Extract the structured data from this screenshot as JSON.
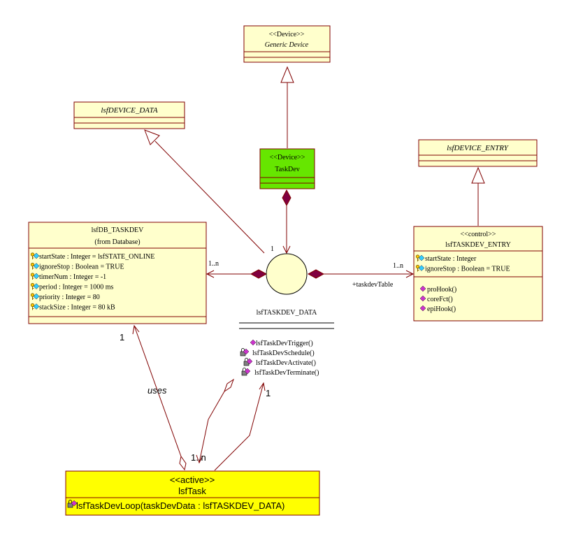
{
  "diagram": {
    "generic_device": {
      "stereotype": "<<Device>>",
      "name": "Generic Device"
    },
    "lsf_device_data": {
      "name": "lsfDEVICE_DATA"
    },
    "taskdev": {
      "stereotype": "<<Device>>",
      "name": "TaskDev",
      "color": "#66e600"
    },
    "lsf_device_entry": {
      "name": "lsfDEVICE_ENTRY"
    },
    "lsfdb_taskdev": {
      "name": "lsfDB_TASKDEV",
      "from": "(from Database)",
      "attributes": [
        "startState : Integer = lsfSTATE_ONLINE",
        "ignoreStop : Boolean = TRUE",
        "timerNum : Integer = -1",
        "period : Integer = 1000 ms",
        "priority : Integer = 80",
        "stackSize : Integer = 80 kB"
      ]
    },
    "lsftaskdev_entry": {
      "stereotype": "<<control>>",
      "name": "lsfTASKDEV_ENTRY",
      "attributes": [
        "startState : Integer",
        "ignoreStop : Boolean = TRUE"
      ],
      "operations": [
        "proHook()",
        "coreFct()",
        "epiHook()"
      ]
    },
    "lsftaskdev_data": {
      "name": "lsfTASKDEV_DATA",
      "operations": [
        "lsfTaskDevTrigger()",
        "lsfTaskDevSchedule()",
        "lsfTaskDevActivate()",
        "lsfTaskDevTerminate()"
      ]
    },
    "lsftask": {
      "stereotype": "<<active>>",
      "name": "lsfTask",
      "operation": "lsfTaskDevLoop(taskDevData : lsfTASKDEV_DATA)",
      "color": "#ffff00"
    },
    "labels": {
      "mult_1_device": "1",
      "mult_1n_db": "1..n",
      "mult_1n_entry": "1..n",
      "role_taskdev_table": "+taskdevTable",
      "mult_1_db_bottom": "1",
      "uses": "uses",
      "mult_1n_task": "1..n",
      "mult_1_data_bottom": "1"
    }
  }
}
